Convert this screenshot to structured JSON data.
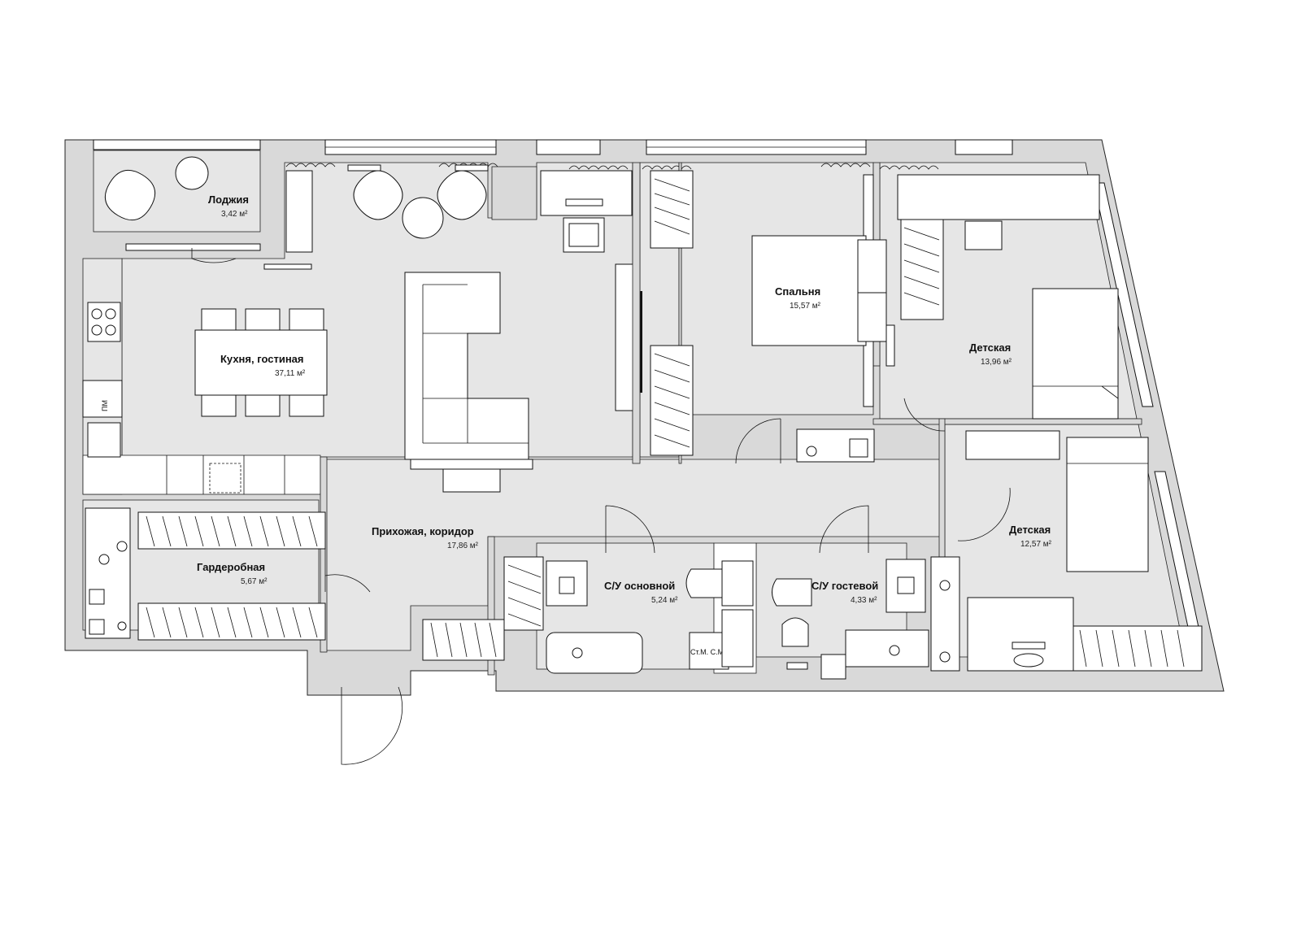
{
  "rooms": [
    {
      "name": "Лоджия",
      "area": "3,42 м²"
    },
    {
      "name": "Кухня, гостиная",
      "area": "37,11 м²"
    },
    {
      "name": "Спальня",
      "area": "15,57 м²"
    },
    {
      "name": "Детская",
      "area": "13,96 м²"
    },
    {
      "name": "Детская",
      "area": "12,57 м²"
    },
    {
      "name": "Прихожая, коридор",
      "area": "17,86 м²"
    },
    {
      "name": "Гардеробная",
      "area": "5,67 м²"
    },
    {
      "name": "С/У основной",
      "area": "5,24 м²"
    },
    {
      "name": "С/У гостевой",
      "area": "4,33 м²"
    }
  ],
  "fixtures": {
    "dishwasher": "ПМ",
    "appliances": "Ст.М. С.М."
  },
  "colors": {
    "wall": "#d9d9d9",
    "floor": "#e6e6e6",
    "line": "#111111"
  }
}
